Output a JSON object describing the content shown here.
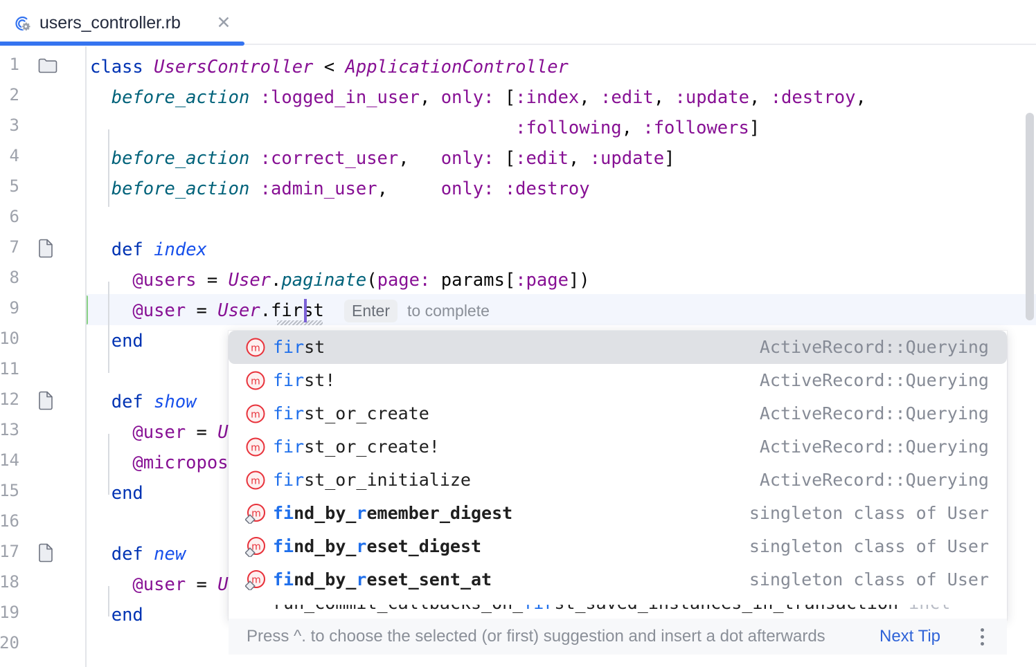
{
  "tab": {
    "filename": "users_controller.rb",
    "icon": "ruby-controller-icon",
    "close_label": "✕",
    "accent_color": "#3574f0"
  },
  "editor": {
    "caret_line": 9,
    "lines": [
      {
        "n": "1",
        "gutter": "class-folder-icon"
      },
      {
        "n": "2",
        "gutter": ""
      },
      {
        "n": "3",
        "gutter": ""
      },
      {
        "n": "4",
        "gutter": ""
      },
      {
        "n": "5",
        "gutter": ""
      },
      {
        "n": "6",
        "gutter": ""
      },
      {
        "n": "7",
        "gutter": "run-method-icon"
      },
      {
        "n": "8",
        "gutter": ""
      },
      {
        "n": "9",
        "gutter": ""
      },
      {
        "n": "10",
        "gutter": ""
      },
      {
        "n": "11",
        "gutter": ""
      },
      {
        "n": "12",
        "gutter": "run-method-icon"
      },
      {
        "n": "13",
        "gutter": ""
      },
      {
        "n": "14",
        "gutter": ""
      },
      {
        "n": "15",
        "gutter": ""
      },
      {
        "n": "16",
        "gutter": ""
      },
      {
        "n": "17",
        "gutter": "run-method-icon"
      },
      {
        "n": "18",
        "gutter": ""
      },
      {
        "n": "19",
        "gutter": ""
      },
      {
        "n": "20",
        "gutter": ""
      }
    ],
    "source": {
      "l1": "class UsersController < ApplicationController",
      "l2": "  before_action :logged_in_user, only: [:index, :edit, :update, :destroy,",
      "l3": "                                        :following, :followers]",
      "l4": "  before_action :correct_user,   only: [:edit, :update]",
      "l5": "  before_action :admin_user,     only: :destroy",
      "l6": "",
      "l7": "  def index",
      "l8": "    @users = User.paginate(page: params[:page])",
      "l9": "    @user = User.first",
      "l10": "  end",
      "l11": "",
      "l12": "  def show",
      "l13": "    @user = U",
      "l14": "    @micropos",
      "l15": "  end",
      "l16": "",
      "l17": "  def new",
      "l18": "    @user = U",
      "l19": "  end",
      "l20": ""
    },
    "inline_hint": {
      "key": "Enter",
      "text": "to complete"
    }
  },
  "completion_popup": {
    "selected_index": 0,
    "items": [
      {
        "icon": "method-icon",
        "prefix": "fir",
        "rest": "st",
        "tail": "ActiveRecord::Querying",
        "bold": false
      },
      {
        "icon": "method-icon",
        "prefix": "fir",
        "rest": "st!",
        "tail": "ActiveRecord::Querying",
        "bold": false
      },
      {
        "icon": "method-icon",
        "prefix": "fir",
        "rest": "st_or_create",
        "tail": "ActiveRecord::Querying",
        "bold": false
      },
      {
        "icon": "method-icon",
        "prefix": "fir",
        "rest": "st_or_create!",
        "tail": "ActiveRecord::Querying",
        "bold": false
      },
      {
        "icon": "method-icon",
        "prefix": "fir",
        "rest": "st_or_initialize",
        "tail": "ActiveRecord::Querying",
        "bold": false
      },
      {
        "icon": "dynamic-method-icon",
        "prefix": "fi",
        "rest": "nd_by_remember_digest",
        "tail": "singleton class of User",
        "bold": true,
        "mid_prefix": "r"
      },
      {
        "icon": "dynamic-method-icon",
        "prefix": "fi",
        "rest": "nd_by_reset_digest",
        "tail": "singleton class of User",
        "bold": true,
        "mid_prefix": "r"
      },
      {
        "icon": "dynamic-method-icon",
        "prefix": "fi",
        "rest": "nd_by_reset_sent_at",
        "tail": "singleton class of User",
        "bold": true,
        "mid_prefix": "r"
      }
    ],
    "clipped_item": {
      "before": "run_commit_callbacks_on_",
      "prefix": "fir",
      "after": "st_saved_instances_in_transaction",
      "tail": " incl"
    }
  },
  "tip_bar": {
    "text": "Press ^. to choose the selected (or first) suggestion and insert a dot afterwards",
    "link": "Next Tip",
    "menu": "more-options-icon"
  }
}
